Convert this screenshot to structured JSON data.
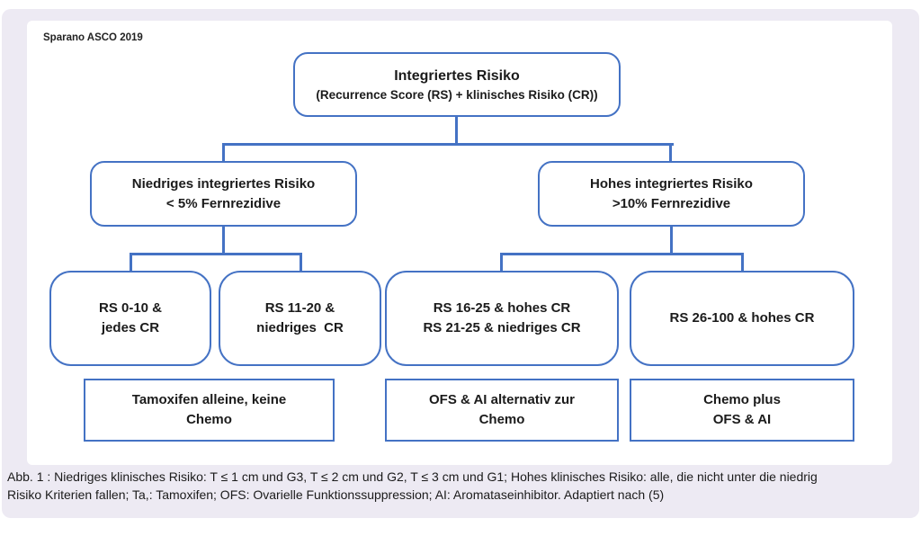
{
  "header": {
    "source_label": "Sparano ASCO 2019"
  },
  "colors": {
    "accent_blue": "#4472c4",
    "panel_bg": "#edeaf3",
    "text": "#1b1b1b",
    "node_bg": "#ffffff"
  },
  "flowchart": {
    "root": {
      "line1": "Integriertes Risiko",
      "line2": "(Recurrence Score (RS) + klinisches Risiko (CR))"
    },
    "risk_low": {
      "line1": "Niedriges integriertes Risiko",
      "line2": "< 5% Fernrezidive"
    },
    "risk_high": {
      "line1": "Hohes integriertes Risiko",
      "line2": ">10% Fernrezidive"
    },
    "rs_groups": [
      {
        "line1": "RS 0-10 &",
        "line2": "jedes CR"
      },
      {
        "line1": "RS 11-20 &",
        "line2": "niedriges  CR"
      },
      {
        "line1": "RS 16-25 & hohes CR",
        "line2": "RS 21-25 & niedriges CR"
      },
      {
        "line1": "RS 26-100 & hohes CR"
      }
    ],
    "treatments": [
      {
        "line1": "Tamoxifen alleine, keine",
        "line2": "Chemo"
      },
      {
        "line1": "OFS & AI alternativ zur",
        "line2": "Chemo"
      },
      {
        "line1": "Chemo plus",
        "line2": "OFS & AI"
      }
    ]
  },
  "caption": {
    "line1": "Abb. 1 : Niedriges klinisches Risiko: T ≤ 1 cm und G3, T ≤ 2 cm und G2, T ≤ 3 cm und G1; Hohes klinisches Risiko: alle, die nicht unter die niedrig",
    "line2": "Risiko Kriterien fallen; Ta,: Tamoxifen; OFS: Ovarielle Funktionssuppression; AI: Aromataseinhibitor. Adaptiert nach (5)"
  }
}
